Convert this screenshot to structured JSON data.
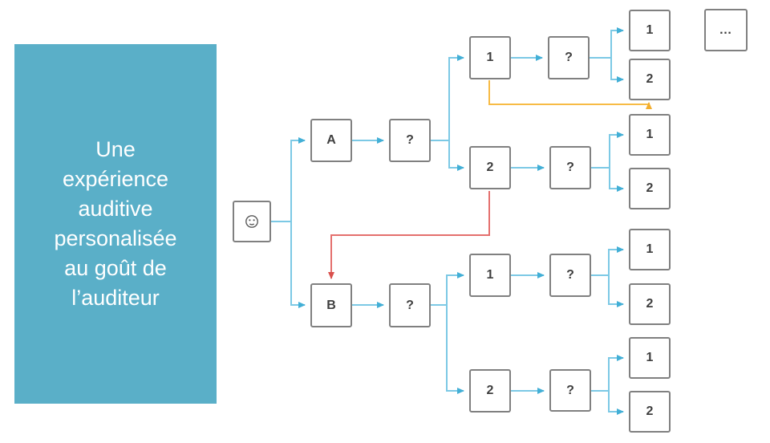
{
  "panel": {
    "text": "Une\nexpérience\nauditive\npersonalisée\nau goût de\nl’auditeur"
  },
  "colors": {
    "panel": "#5AAFC8",
    "panel_text": "#FFFFFF",
    "connector": "#7CC9E5",
    "arrowhead": "#42AFD6",
    "feedback_yellow": "#F7BB45",
    "feedback_yellow_arrow": "#F2AE2E",
    "feedback_red": "#E4706E",
    "feedback_red_arrow": "#D9504C",
    "box_border": "#808080",
    "box_text": "#3F3F3F"
  },
  "diagram": {
    "root_icon": "smiley-face",
    "nodes": {
      "listener": "",
      "a": "A",
      "b": "B",
      "qa": "?",
      "qb": "?",
      "a1": "1",
      "a2": "2",
      "b1": "1",
      "b2": "2",
      "qa1": "?",
      "qa2": "?",
      "qb1": "?",
      "qb2": "?",
      "a11": "1",
      "a12": "2",
      "a21": "1",
      "a22": "2",
      "b11": "1",
      "b12": "2",
      "b21": "1",
      "b22": "2",
      "more": "…"
    },
    "edges": [
      {
        "from": "listener",
        "to": "a",
        "color": "blue"
      },
      {
        "from": "listener",
        "to": "b",
        "color": "blue"
      },
      {
        "from": "a",
        "to": "qa",
        "color": "blue"
      },
      {
        "from": "qa",
        "to": "a1",
        "color": "blue"
      },
      {
        "from": "qa",
        "to": "a2",
        "color": "blue"
      },
      {
        "from": "a1",
        "to": "qa1",
        "color": "blue"
      },
      {
        "from": "qa1",
        "to": "a11",
        "color": "blue"
      },
      {
        "from": "qa1",
        "to": "a12",
        "color": "blue"
      },
      {
        "from": "a2",
        "to": "qa2",
        "color": "blue"
      },
      {
        "from": "qa2",
        "to": "a21",
        "color": "blue"
      },
      {
        "from": "qa2",
        "to": "a22",
        "color": "blue"
      },
      {
        "from": "b",
        "to": "qb",
        "color": "blue"
      },
      {
        "from": "qb",
        "to": "b1",
        "color": "blue"
      },
      {
        "from": "qb",
        "to": "b2",
        "color": "blue"
      },
      {
        "from": "b1",
        "to": "qb1",
        "color": "blue"
      },
      {
        "from": "qb1",
        "to": "b11",
        "color": "blue"
      },
      {
        "from": "qb1",
        "to": "b12",
        "color": "blue"
      },
      {
        "from": "b2",
        "to": "qb2",
        "color": "blue"
      },
      {
        "from": "qb2",
        "to": "b21",
        "color": "blue"
      },
      {
        "from": "qb2",
        "to": "b22",
        "color": "blue"
      },
      {
        "from": "a1",
        "to": "a12",
        "color": "yellow"
      },
      {
        "from": "a2",
        "to": "b",
        "color": "red"
      }
    ]
  }
}
